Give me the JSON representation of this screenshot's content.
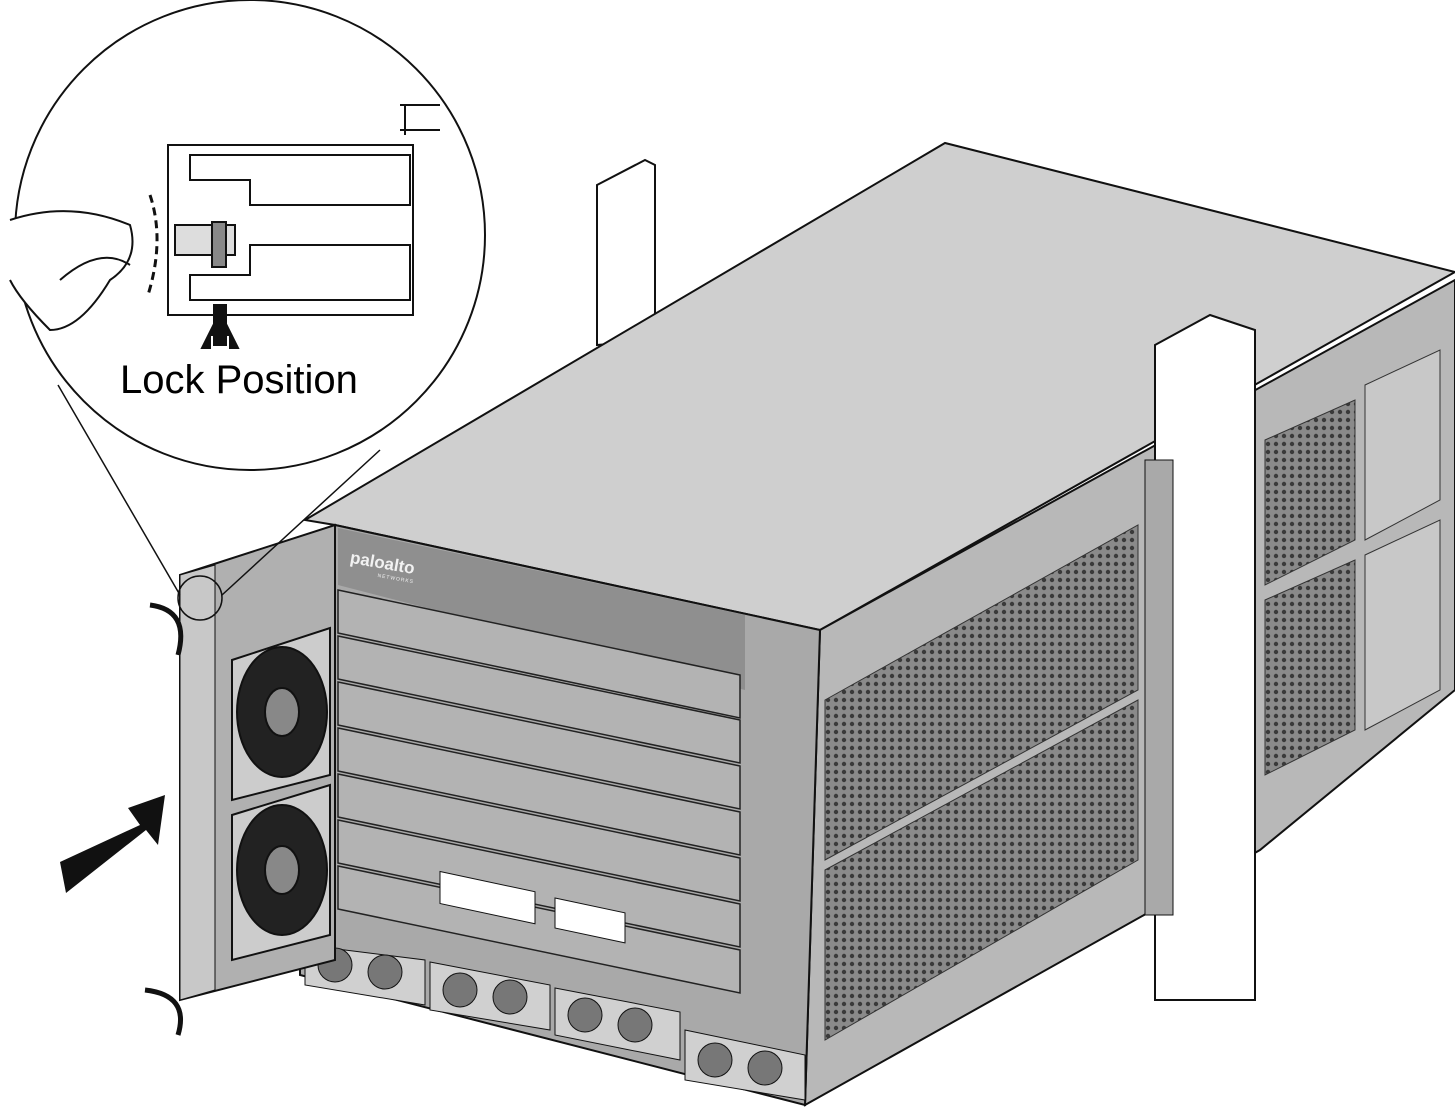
{
  "callout": {
    "label": "Lock Position"
  },
  "brand": {
    "logo_text": "paloalto",
    "logo_subtext": "NETWORKS"
  },
  "colors": {
    "chassis_top": "#cfcfcf",
    "chassis_front": "#a9a9a9",
    "chassis_side": "#b5b5b5",
    "outline": "#1a1a1a",
    "rack_post": "#ffffff"
  }
}
